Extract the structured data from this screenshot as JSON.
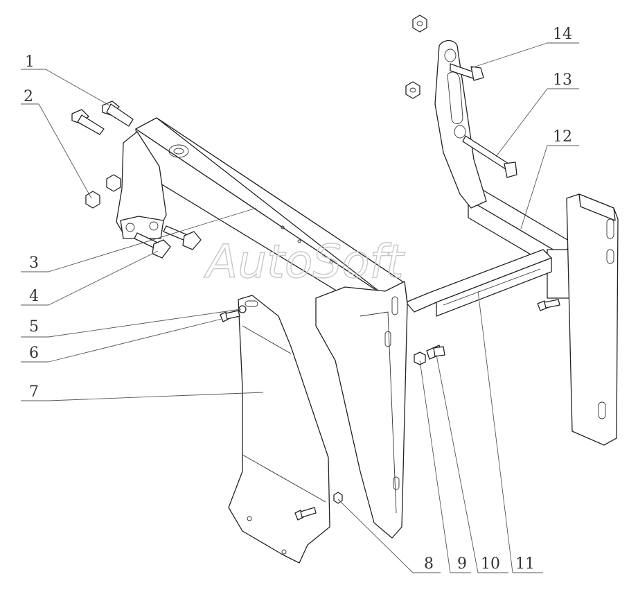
{
  "watermark": "AutoSoft",
  "callouts": [
    {
      "id": "1",
      "label": "1"
    },
    {
      "id": "2",
      "label": "2"
    },
    {
      "id": "3",
      "label": "3"
    },
    {
      "id": "4",
      "label": "4"
    },
    {
      "id": "5",
      "label": "5"
    },
    {
      "id": "6",
      "label": "6"
    },
    {
      "id": "7",
      "label": "7"
    },
    {
      "id": "8",
      "label": "8"
    },
    {
      "id": "9",
      "label": "9"
    },
    {
      "id": "10",
      "label": "10"
    },
    {
      "id": "11",
      "label": "11"
    },
    {
      "id": "12",
      "label": "12"
    },
    {
      "id": "13",
      "label": "13"
    },
    {
      "id": "14",
      "label": "14"
    }
  ]
}
